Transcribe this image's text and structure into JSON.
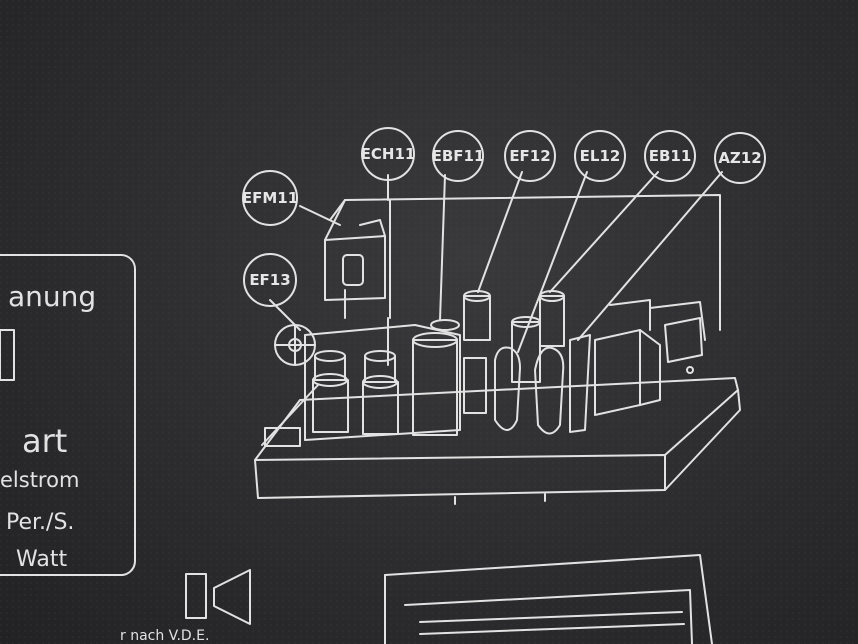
{
  "tube_labels": [
    {
      "id": "efm11",
      "text": "EFM11"
    },
    {
      "id": "ech11",
      "text": "ECH11"
    },
    {
      "id": "ebf11",
      "text": "EBF11"
    },
    {
      "id": "ef12",
      "text": "EF12"
    },
    {
      "id": "el12",
      "text": "EL12"
    },
    {
      "id": "eb11",
      "text": "EB11"
    },
    {
      "id": "az12",
      "text": "AZ12"
    },
    {
      "id": "ef13",
      "text": "EF13"
    }
  ],
  "spec_panel": {
    "line1": "anung",
    "line2": "art",
    "line3": "elstrom",
    "line4": "Per./S.",
    "line5": "Watt"
  },
  "footer_text": "r nach V.D.E.",
  "colors": {
    "background": "#2f2f31",
    "line_art": "#e2e2e2"
  }
}
